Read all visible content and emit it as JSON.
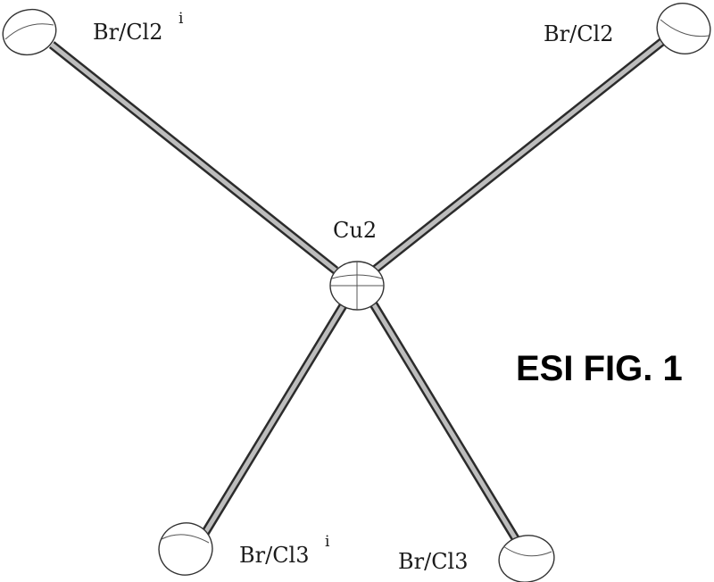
{
  "figure": {
    "label": "ESI FIG. 1"
  },
  "atoms": {
    "center": {
      "label": "Cu2"
    },
    "top_left": {
      "label": "Br/Cl2",
      "sup": "i"
    },
    "top_right": {
      "label": "Br/Cl2"
    },
    "bottom_left": {
      "label": "Br/Cl3",
      "sup": "i"
    },
    "bottom_right": {
      "label": "Br/Cl3"
    }
  },
  "colors": {
    "bond_edge": "#2b2b2b",
    "bond_fill": "#bdbdbd",
    "text": "#1a1a1a"
  }
}
